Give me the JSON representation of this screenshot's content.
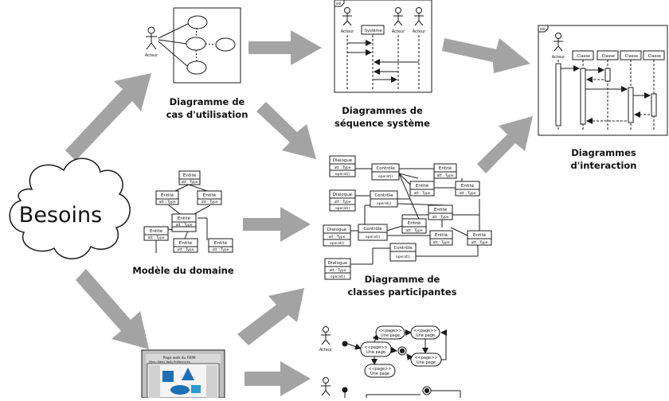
{
  "center": {
    "label": "Besoins"
  },
  "captions": {
    "use_case": [
      "Diagramme de",
      "cas d'utilisation"
    ],
    "seq_system": [
      "Diagrammes de",
      "séquence système"
    ],
    "interaction": [
      "Diagrammes",
      "d'interaction"
    ],
    "domain_model": [
      "Modèle du domaine"
    ],
    "participating_classes": [
      "Diagramme de",
      "classes participantes"
    ]
  },
  "labels": {
    "actor": "Acteur",
    "system": ":Système",
    "sd": "sd",
    "classe": ":Classe",
    "entite": "Entité",
    "dialogue": "Dialogue",
    "controle": "Contrôle",
    "att_type": "att : Type",
    "operat": "operat()",
    "page_stereo": "<<page>>",
    "une_page": "Une page"
  },
  "mockup": {
    "title": "Page web du FBIM",
    "menu": "Menu Menu Tools Preferences"
  },
  "colors": {
    "arrow": "#a3a3a3",
    "line": "#1a1a1a",
    "box_fill": "#ffffff",
    "mockup_frame": "#c0c0c0",
    "mockup_blue": "#1f6fb5"
  }
}
